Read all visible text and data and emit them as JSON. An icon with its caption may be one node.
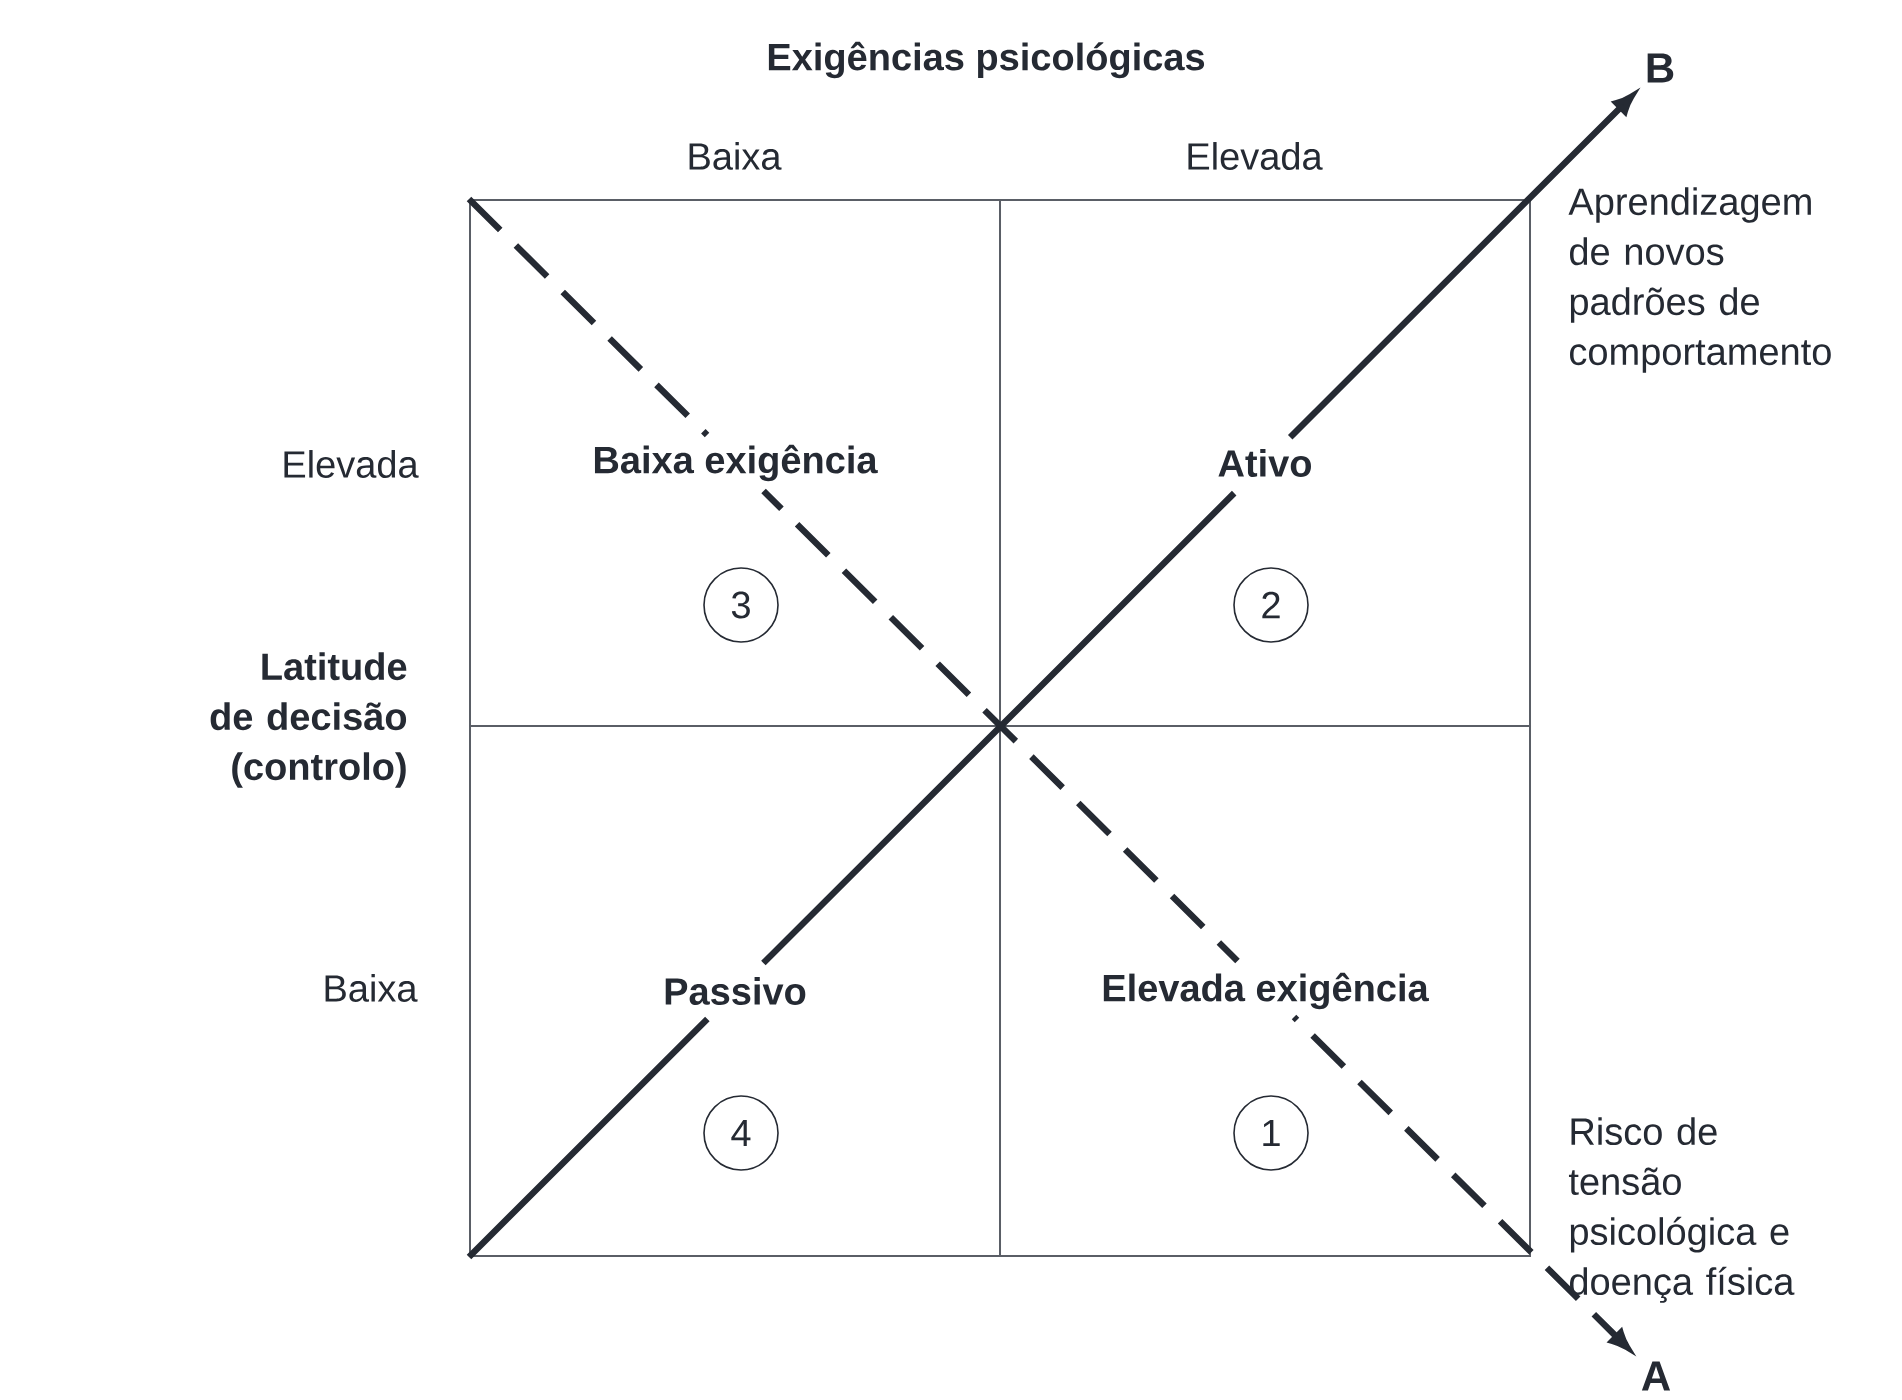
{
  "diagram": {
    "nodes": [
      {
        "text": [
          "B"
        ]
      },
      {
        "text": [
          "Baixa exigência"
        ]
      },
      {
        "text": [
          "3"
        ],
        "in": 1
      },
      {
        "text": [
          "Ativo"
        ]
      },
      {
        "text": [
          "2"
        ],
        "in": 3
      },
      {
        "text": [
          "Passivo"
        ]
      },
      {
        "text": [
          "4"
        ],
        "in": 5
      },
      {
        "text": [
          "Elevada exigência"
        ]
      },
      {
        "text": [
          "1"
        ],
        "in": 7
      },
      {
        "text": [
          "A"
        ]
      }
    ],
    "edges": [
      {
        "from": 5,
        "to": 0,
        "arrow": "to"
      },
      {
        "from": 1,
        "to": 9,
        "arrow": "to",
        "style": "dashed"
      }
    ],
    "labels": [
      "Exigências psicológicas",
      "Baixa",
      "Elevada",
      "Aprendizagem de novos padrões de comportamento",
      "Elevada",
      "Latitude de decisão (controlo)",
      "Baixa",
      "Risco de tensão psicológica e doença física"
    ]
  }
}
